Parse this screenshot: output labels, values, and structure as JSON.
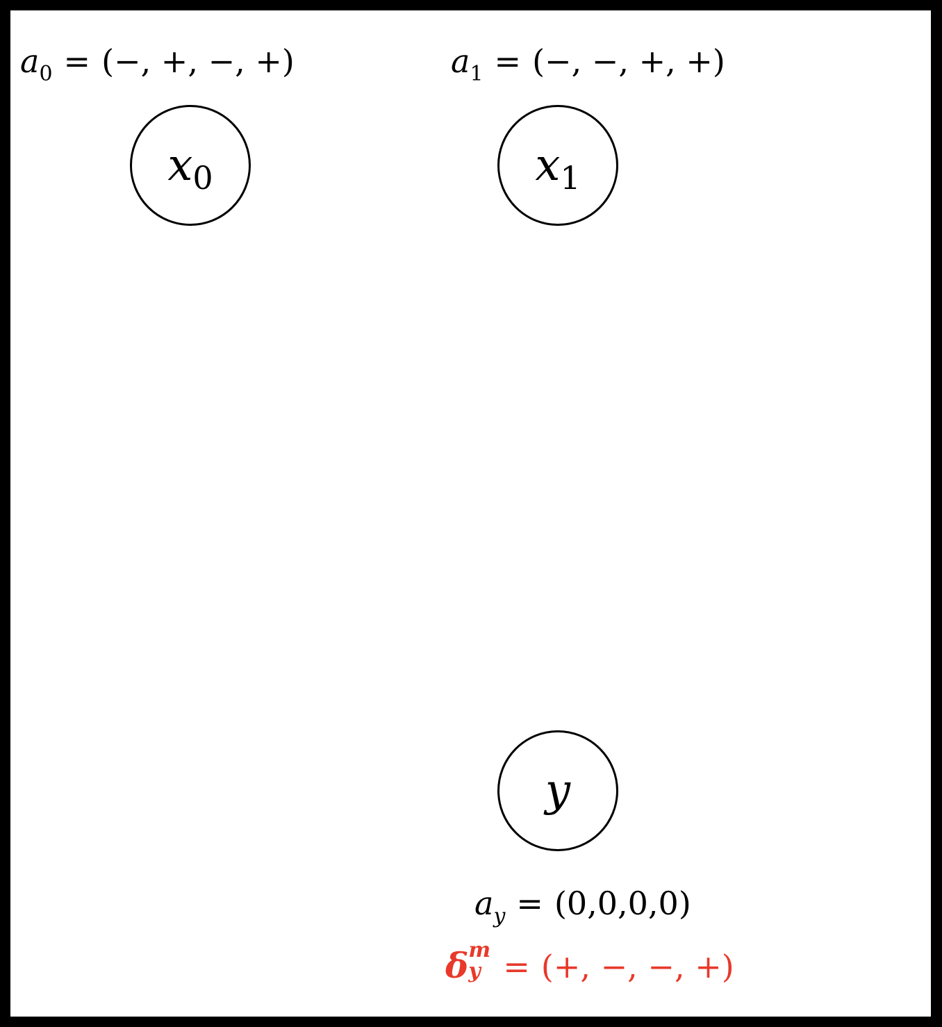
{
  "diagram": {
    "background": "#ffffff",
    "border_color": "#000000",
    "accent_color": "#E8392A",
    "nodes": [
      {
        "id": "x0",
        "symbol": "x",
        "subscript": "0",
        "annotation": {
          "var": "a",
          "subscript": "0",
          "equals": "=",
          "value": "(−, +, −, +)"
        }
      },
      {
        "id": "x1",
        "symbol": "x",
        "subscript": "1",
        "annotation": {
          "var": "a",
          "subscript": "1",
          "equals": "=",
          "value": "(−, −, +, +)"
        }
      },
      {
        "id": "y",
        "symbol": "y",
        "subscript": "",
        "annotation": {
          "var": "a",
          "subscript": "y",
          "equals": "=",
          "value": "(0,0,0,0)"
        },
        "delta": {
          "var": "δ",
          "superscript": "m",
          "subscript": "y",
          "equals": "=",
          "value": "(+, −, −, +)",
          "color": "#E8392A"
        }
      }
    ],
    "edges": []
  }
}
